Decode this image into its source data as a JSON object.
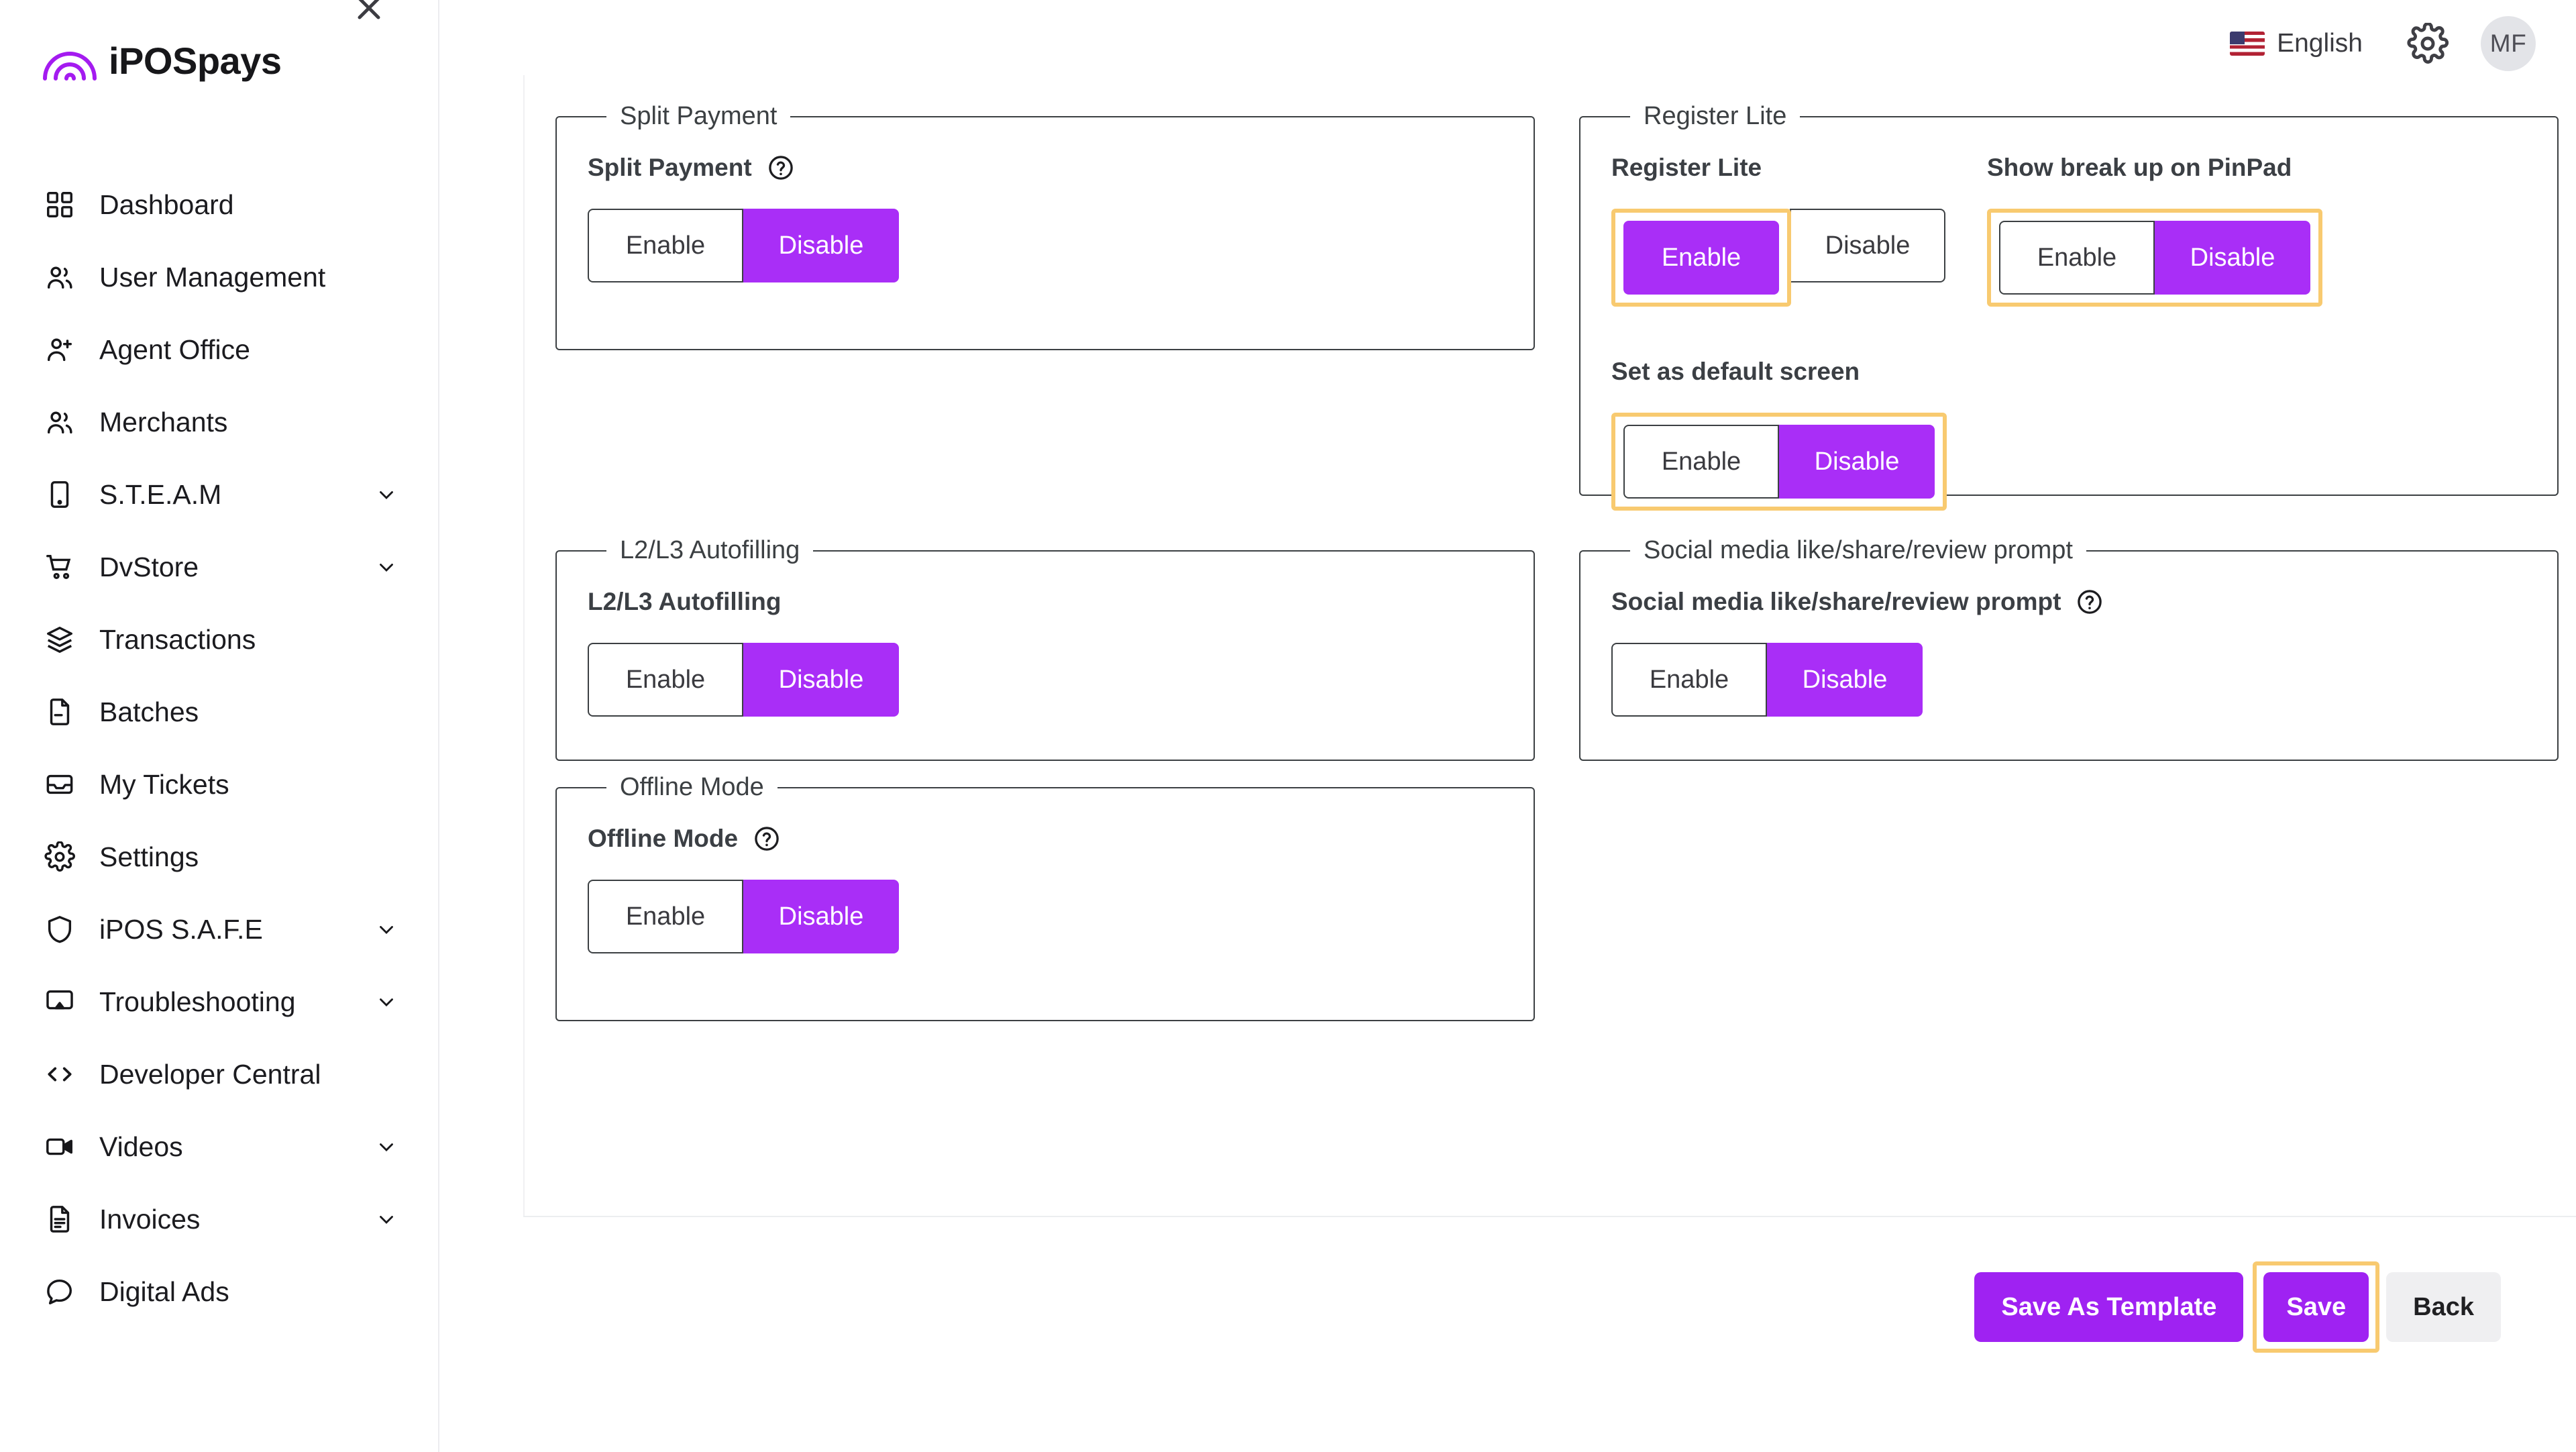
{
  "brand": {
    "name": "iPOSpays",
    "logo_icon": "rainbow-icon",
    "close_icon": "close-icon"
  },
  "sidebar": {
    "items": [
      {
        "label": "Dashboard",
        "icon": "grid-icon",
        "expandable": false
      },
      {
        "label": "User Management",
        "icon": "users-icon",
        "expandable": false
      },
      {
        "label": "Agent Office",
        "icon": "user-plus-icon",
        "expandable": false
      },
      {
        "label": "Merchants",
        "icon": "users-icon",
        "expandable": false
      },
      {
        "label": "S.T.E.A.M",
        "icon": "tablet-icon",
        "expandable": true
      },
      {
        "label": "DvStore",
        "icon": "cart-icon",
        "expandable": true
      },
      {
        "label": "Transactions",
        "icon": "layers-icon",
        "expandable": false
      },
      {
        "label": "Batches",
        "icon": "file-minus-icon",
        "expandable": false
      },
      {
        "label": "My Tickets",
        "icon": "inbox-icon",
        "expandable": false
      },
      {
        "label": "Settings",
        "icon": "gear-icon",
        "expandable": false
      },
      {
        "label": "iPOS S.A.F.E",
        "icon": "shield-icon",
        "expandable": true
      },
      {
        "label": "Troubleshooting",
        "icon": "monitor-icon",
        "expandable": true
      },
      {
        "label": "Developer Central",
        "icon": "code-icon",
        "expandable": false
      },
      {
        "label": "Videos",
        "icon": "video-icon",
        "expandable": true
      },
      {
        "label": "Invoices",
        "icon": "invoice-icon",
        "expandable": true
      },
      {
        "label": "Digital Ads",
        "icon": "chat-icon",
        "expandable": false
      }
    ]
  },
  "topbar": {
    "language": "English",
    "flag_icon": "us-flag-icon",
    "settings_icon": "gear-icon",
    "avatar_initials": "MF"
  },
  "colors": {
    "accent_purple": "#A92EF7",
    "button_purple": "#9F22F2",
    "highlight_amber": "#F8CA70",
    "border_dark": "#3C4043",
    "neutral_button": "#EFEFF1"
  },
  "toggle_labels": {
    "enable": "Enable",
    "disable": "Disable"
  },
  "panels": {
    "split_payment": {
      "legend": "Split Payment",
      "fields": [
        {
          "label": "Split Payment",
          "help": true,
          "selected": "Disable",
          "highlighted": "none"
        }
      ]
    },
    "register_lite": {
      "legend": "Register Lite",
      "fields": [
        {
          "label": "Register Lite",
          "help": false,
          "selected": "Enable",
          "highlighted": "enable"
        },
        {
          "label": "Show break up on PinPad",
          "help": false,
          "selected": "Disable",
          "highlighted": "group"
        },
        {
          "label": "Set as default screen",
          "help": false,
          "selected": "Disable",
          "highlighted": "group"
        }
      ]
    },
    "l2_l3_autofilling": {
      "legend": "L2/L3 Autofilling",
      "fields": [
        {
          "label": "L2/L3 Autofilling",
          "help": false,
          "selected": "Disable",
          "highlighted": "none"
        }
      ]
    },
    "social_media": {
      "legend": "Social media like/share/review prompt",
      "fields": [
        {
          "label": "Social media like/share/review prompt",
          "help": true,
          "selected": "Disable",
          "highlighted": "none"
        }
      ]
    },
    "offline_mode": {
      "legend": "Offline Mode",
      "fields": [
        {
          "label": "Offline Mode",
          "help": true,
          "selected": "Disable",
          "highlighted": "none"
        }
      ]
    }
  },
  "footer": {
    "save_as_template": "Save As Template",
    "save": "Save",
    "back": "Back",
    "save_highlighted": true
  }
}
